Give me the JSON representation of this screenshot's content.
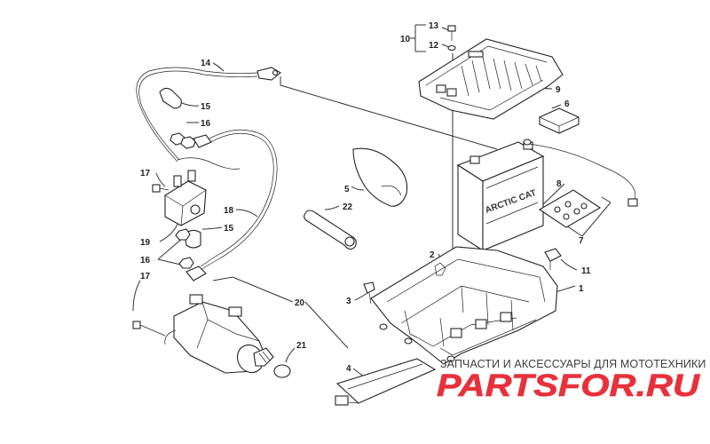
{
  "callouts": {
    "c1": "1",
    "c2": "2",
    "c3": "3",
    "c4": "4",
    "c5": "5",
    "c6": "6",
    "c7": "7",
    "c8": "8",
    "c9": "9",
    "c10": "10",
    "c11": "11",
    "c12": "12",
    "c13": "13",
    "c14": "14",
    "c15a": "15",
    "c15b": "15",
    "c16a": "16",
    "c16b": "16",
    "c17a": "17",
    "c17b": "17",
    "c18": "18",
    "c19": "19",
    "c20": "20",
    "c21": "21",
    "c22": "22"
  },
  "battery": {
    "label": "ARCTIC CAT"
  },
  "watermark": {
    "tagline": "ЗАПЧАСТИ И АКСЕССУАРЫ ДЛЯ МОТОТЕХНИКИ",
    "logo": "PARTSFOR.RU"
  },
  "colors": {
    "watermark_red": "#e8313a",
    "line": "#222222"
  }
}
